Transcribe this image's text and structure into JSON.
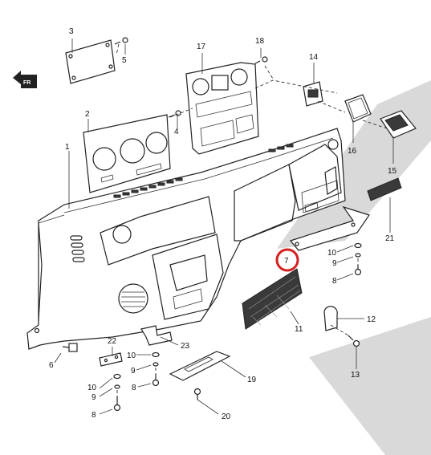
{
  "arrow_label": "FR",
  "highlight_color": "#d42020",
  "highlighted_part": "7",
  "labels": {
    "p1": "1",
    "p2": "2",
    "p3": "3",
    "p4": "4",
    "p5": "5",
    "p6": "6",
    "p7": "7",
    "p8": "8",
    "p9": "9",
    "p10": "10",
    "p11": "11",
    "p12": "12",
    "p13": "13",
    "p14": "14",
    "p15": "15",
    "p16": "16",
    "p17": "17",
    "p18": "18",
    "p19": "19",
    "p20": "20",
    "p21": "21",
    "p22": "22",
    "p23": "23"
  }
}
